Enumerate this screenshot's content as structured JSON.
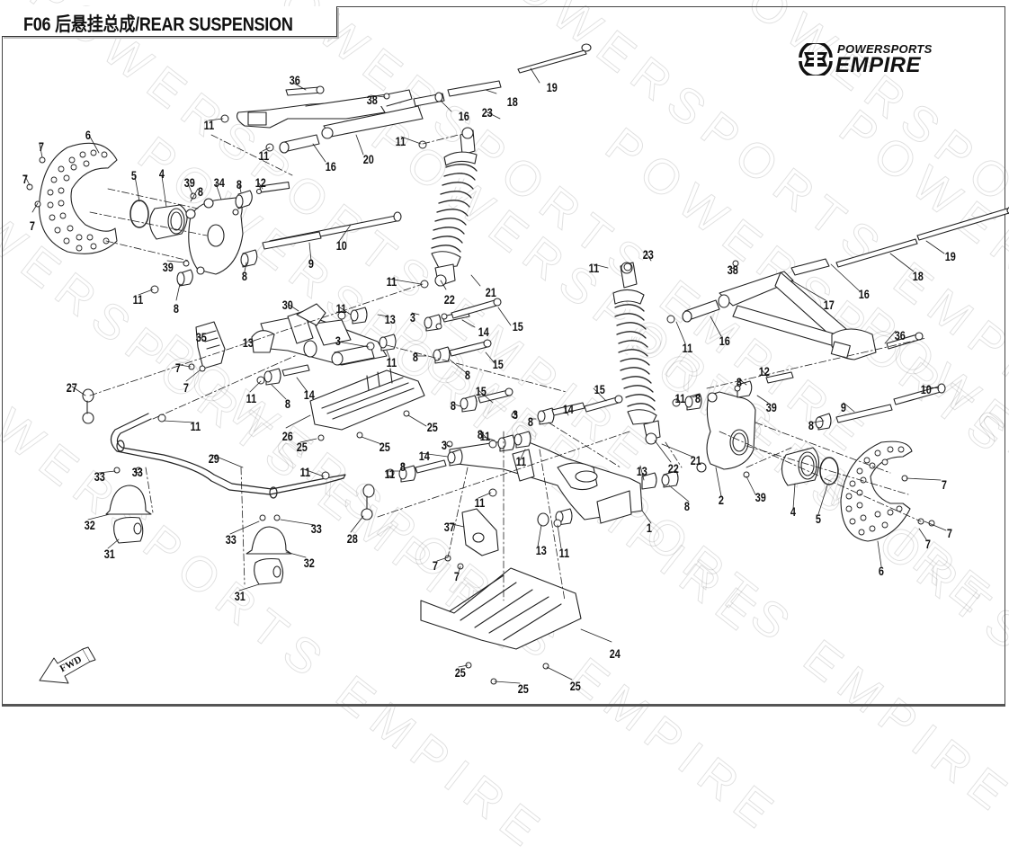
{
  "header": {
    "title": "F06 后悬挂总成/REAR SUSPENSION"
  },
  "logo": {
    "line1": "POWERSPORTS",
    "line2": "EMPIRE",
    "icon": "empire-wings-emblem-icon"
  },
  "watermark": {
    "text": "POWERSPORTS EMPIRE"
  },
  "direction_indicator": {
    "label": "FWD",
    "icon": "forward-arrow-icon"
  },
  "callouts": [
    {
      "id": "c1",
      "label": "36"
    },
    {
      "id": "c2",
      "label": "38"
    },
    {
      "id": "c3",
      "label": "18"
    },
    {
      "id": "c4",
      "label": "19"
    },
    {
      "id": "c5",
      "label": "11"
    },
    {
      "id": "c6",
      "label": "16"
    },
    {
      "id": "c7",
      "label": "23"
    },
    {
      "id": "c8",
      "label": "11"
    },
    {
      "id": "c9",
      "label": "11"
    },
    {
      "id": "c10",
      "label": "16"
    },
    {
      "id": "c11",
      "label": "20"
    },
    {
      "id": "c12",
      "label": "6"
    },
    {
      "id": "c13",
      "label": "7"
    },
    {
      "id": "c14",
      "label": "7"
    },
    {
      "id": "c15",
      "label": "7"
    },
    {
      "id": "c16",
      "label": "5"
    },
    {
      "id": "c17",
      "label": "4"
    },
    {
      "id": "c18",
      "label": "8"
    },
    {
      "id": "c19",
      "label": "39"
    },
    {
      "id": "c20",
      "label": "34"
    },
    {
      "id": "c21",
      "label": "8"
    },
    {
      "id": "c22",
      "label": "12"
    },
    {
      "id": "c23",
      "label": "10"
    },
    {
      "id": "c24",
      "label": "9"
    },
    {
      "id": "c25",
      "label": "39"
    },
    {
      "id": "c26",
      "label": "8"
    },
    {
      "id": "c27",
      "label": "11"
    },
    {
      "id": "c28",
      "label": "8"
    },
    {
      "id": "c29",
      "label": "11"
    },
    {
      "id": "c30",
      "label": "22"
    },
    {
      "id": "c31",
      "label": "21"
    },
    {
      "id": "c32",
      "label": "30"
    },
    {
      "id": "c33",
      "label": "11"
    },
    {
      "id": "c34",
      "label": "13"
    },
    {
      "id": "c35",
      "label": "3"
    },
    {
      "id": "c36",
      "label": "14"
    },
    {
      "id": "c37",
      "label": "15"
    },
    {
      "id": "c38",
      "label": "35"
    },
    {
      "id": "c39",
      "label": "13"
    },
    {
      "id": "c40",
      "label": "3"
    },
    {
      "id": "c41",
      "label": "8"
    },
    {
      "id": "c42",
      "label": "11"
    },
    {
      "id": "c43",
      "label": "8"
    },
    {
      "id": "c44",
      "label": "15"
    },
    {
      "id": "c45",
      "label": "7"
    },
    {
      "id": "c46",
      "label": "7"
    },
    {
      "id": "c47",
      "label": "11"
    },
    {
      "id": "c48",
      "label": "8"
    },
    {
      "id": "c49",
      "label": "14"
    },
    {
      "id": "c50",
      "label": "27"
    },
    {
      "id": "c51",
      "label": "26"
    },
    {
      "id": "c52",
      "label": "25"
    },
    {
      "id": "c53",
      "label": "25"
    },
    {
      "id": "c54",
      "label": "25"
    },
    {
      "id": "c55",
      "label": "11"
    },
    {
      "id": "c56",
      "label": "29"
    },
    {
      "id": "c57",
      "label": "33"
    },
    {
      "id": "c58",
      "label": "33"
    },
    {
      "id": "c59",
      "label": "32"
    },
    {
      "id": "c60",
      "label": "31"
    },
    {
      "id": "c61",
      "label": "11"
    },
    {
      "id": "c62",
      "label": "28"
    },
    {
      "id": "c63",
      "label": "33"
    },
    {
      "id": "c64",
      "label": "33"
    },
    {
      "id": "c65",
      "label": "32"
    },
    {
      "id": "c66",
      "label": "31"
    },
    {
      "id": "c67",
      "label": "15"
    },
    {
      "id": "c68",
      "label": "8"
    },
    {
      "id": "c69",
      "label": "15"
    },
    {
      "id": "c70",
      "label": "14"
    },
    {
      "id": "c71",
      "label": "3"
    },
    {
      "id": "c72",
      "label": "8"
    },
    {
      "id": "c73",
      "label": "8"
    },
    {
      "id": "c74",
      "label": "11"
    },
    {
      "id": "c75",
      "label": "11"
    },
    {
      "id": "c76",
      "label": "3"
    },
    {
      "id": "c77",
      "label": "14"
    },
    {
      "id": "c78",
      "label": "8"
    },
    {
      "id": "c79",
      "label": "11"
    },
    {
      "id": "c80",
      "label": "11"
    },
    {
      "id": "c81",
      "label": "37"
    },
    {
      "id": "c82",
      "label": "7"
    },
    {
      "id": "c83",
      "label": "7"
    },
    {
      "id": "c84",
      "label": "13"
    },
    {
      "id": "c85",
      "label": "11"
    },
    {
      "id": "c86",
      "label": "1"
    },
    {
      "id": "c87",
      "label": "13"
    },
    {
      "id": "c88",
      "label": "8"
    },
    {
      "id": "c89",
      "label": "24"
    },
    {
      "id": "c90",
      "label": "25"
    },
    {
      "id": "c91",
      "label": "25"
    },
    {
      "id": "c92",
      "label": "25"
    },
    {
      "id": "c93",
      "label": "11"
    },
    {
      "id": "c94",
      "label": "23"
    },
    {
      "id": "c95",
      "label": "21"
    },
    {
      "id": "c96",
      "label": "22"
    },
    {
      "id": "c97",
      "label": "38"
    },
    {
      "id": "c98",
      "label": "17"
    },
    {
      "id": "c99",
      "label": "16"
    },
    {
      "id": "c100",
      "label": "18"
    },
    {
      "id": "c101",
      "label": "19"
    },
    {
      "id": "c102",
      "label": "11"
    },
    {
      "id": "c103",
      "label": "16"
    },
    {
      "id": "c104",
      "label": "36"
    },
    {
      "id": "c105",
      "label": "12"
    },
    {
      "id": "c106",
      "label": "8"
    },
    {
      "id": "c107",
      "label": "10"
    },
    {
      "id": "c108",
      "label": "11"
    },
    {
      "id": "c109",
      "label": "8"
    },
    {
      "id": "c110",
      "label": "39"
    },
    {
      "id": "c111",
      "label": "9"
    },
    {
      "id": "c112",
      "label": "8"
    },
    {
      "id": "c113",
      "label": "2"
    },
    {
      "id": "c114",
      "label": "39"
    },
    {
      "id": "c115",
      "label": "4"
    },
    {
      "id": "c116",
      "label": "5"
    },
    {
      "id": "c117",
      "label": "6"
    },
    {
      "id": "c118",
      "label": "7"
    },
    {
      "id": "c119",
      "label": "7"
    },
    {
      "id": "c120",
      "label": "7"
    }
  ]
}
